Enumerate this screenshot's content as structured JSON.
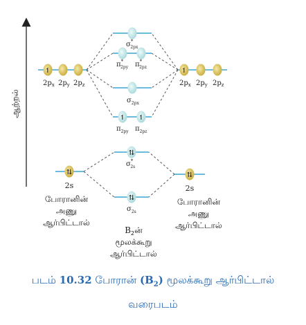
{
  "axis_label": "ஆற்றல்",
  "left_2p_labels": [
    "2p",
    "2p",
    "2p"
  ],
  "left_2p_subs": [
    "x",
    "y",
    "z"
  ],
  "right_2p_labels": [
    "2p",
    "2p",
    "2p"
  ],
  "right_2p_subs": [
    "x",
    "y",
    "z"
  ],
  "mo_sigma2px_star": {
    "sym": "σ",
    "star": "*",
    "sub": "2px"
  },
  "mo_pi2py_star": {
    "sym": "π",
    "star": "*",
    "sub": "2py"
  },
  "mo_pi2pz_star": {
    "sym": "π",
    "star": "*",
    "sub": "2pz"
  },
  "mo_sigma2px": {
    "sym": "σ",
    "sub": "2px"
  },
  "mo_pi2py": {
    "sym": "π",
    "sub": "2py"
  },
  "mo_pi2pz": {
    "sym": "π",
    "sub": "2pz"
  },
  "mo_sigma2s_star": {
    "sym": "σ",
    "star": "*",
    "sub": "2s"
  },
  "mo_sigma2s": {
    "sym": "σ",
    "sub": "2s"
  },
  "left_2s": "2s",
  "right_2s": "2s",
  "left_atom_line1": "போரானின்",
  "left_atom_line2": "அணு",
  "left_atom_line3": "ஆர்பிட்டால்",
  "right_atom_line1": "போரானின்",
  "right_atom_line2": "அணு",
  "right_atom_line3": "ஆர்பிட்டால்",
  "center_line1_a": "B",
  "center_line1_sub": "2",
  "center_line1_b": "ன்",
  "center_line2": "மூலக்கூறு",
  "center_line3": "ஆர்பிட்டால்",
  "caption": {
    "prefix": "படம் ",
    "number": "10.32",
    "mid": " போரான் ",
    "formula_open": "(B",
    "formula_sub": "2",
    "formula_close": ")",
    "suffix": " மூலக்கூறு ஆர்பிட்டால்",
    "line2": "வரைபடம்"
  },
  "colors": {
    "line": "#3aa3d6",
    "dash": "#555555",
    "orbital_filled": "#d9c25a",
    "orbital_empty": "#bfe6e6",
    "caption": "#2a6ab0"
  }
}
